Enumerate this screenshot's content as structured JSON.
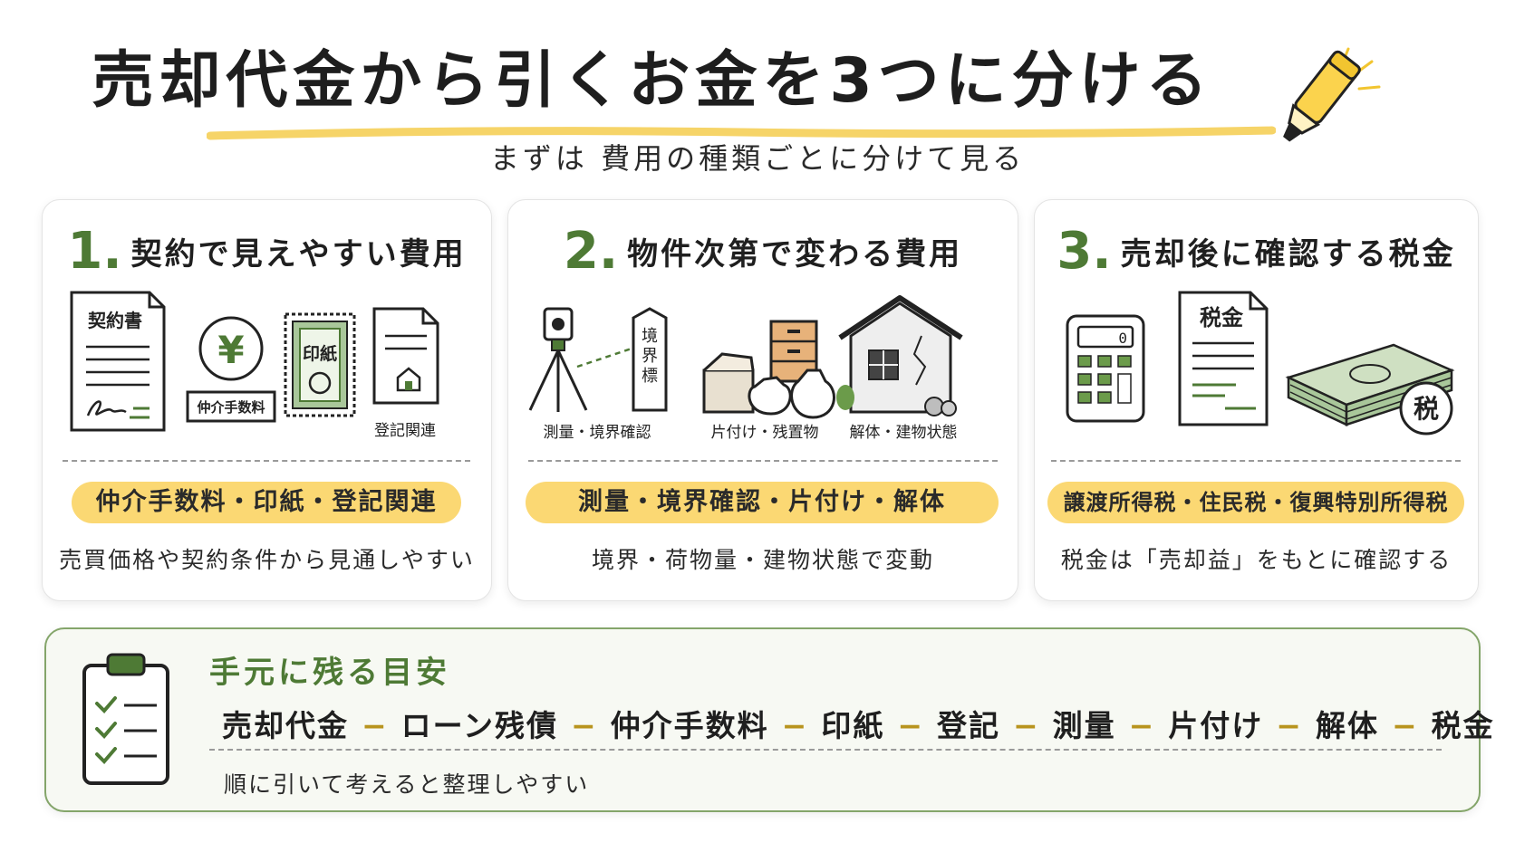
{
  "title": "売却代金から引くお金を3つに分ける",
  "subtitle": "まずは 費用の種類ごとに分けて見る",
  "colors": {
    "green": "#4e7a35",
    "yellow": "#fbd873",
    "money": "#a9c79a"
  },
  "cards": [
    {
      "number": "1.",
      "title": "契約で見えやすい費用",
      "icons": [
        {
          "icon": "contract-document-icon",
          "label": "契約書"
        },
        {
          "icon": "yen-coin-icon",
          "label": "仲介手数料"
        },
        {
          "icon": "revenue-stamp-icon",
          "label": "印紙"
        },
        {
          "icon": "registration-document-icon",
          "label": "登記関連"
        }
      ],
      "pill": "仲介手数料・印紙・登記関連",
      "description": "売買価格や契約条件から見通しやすい"
    },
    {
      "number": "2.",
      "title": "物件次第で変わる費用",
      "icons": [
        {
          "icon": "surveying-tripod-icon",
          "label": "測量・境界確認",
          "marker_text": [
            "境",
            "界",
            "標"
          ]
        },
        {
          "icon": "boxes-and-bags-icon",
          "label": "片付け・残置物"
        },
        {
          "icon": "old-house-icon",
          "label": "解体・建物状態"
        }
      ],
      "pill": "測量・境界確認・片付け・解体",
      "description": "境界・荷物量・建物状態で変動"
    },
    {
      "number": "3.",
      "title": "売却後に確認する税金",
      "icons": [
        {
          "icon": "calculator-icon",
          "display": "0"
        },
        {
          "icon": "tax-document-icon",
          "label": "税金"
        },
        {
          "icon": "money-stack-icon",
          "label": "税"
        }
      ],
      "pill": "譲渡所得税・住民税・復興特別所得税",
      "description": "税金は「売却益」をもとに確認する"
    }
  ],
  "bottom": {
    "icon": "checklist-clipboard-icon",
    "title": "手元に残る目安",
    "terms": [
      "売却代金",
      "ローン残債",
      "仲介手数料",
      "印紙",
      "登記",
      "測量",
      "片付け",
      "解体",
      "税金"
    ],
    "operator": "−",
    "note": "順に引いて考えると整理しやすい"
  }
}
